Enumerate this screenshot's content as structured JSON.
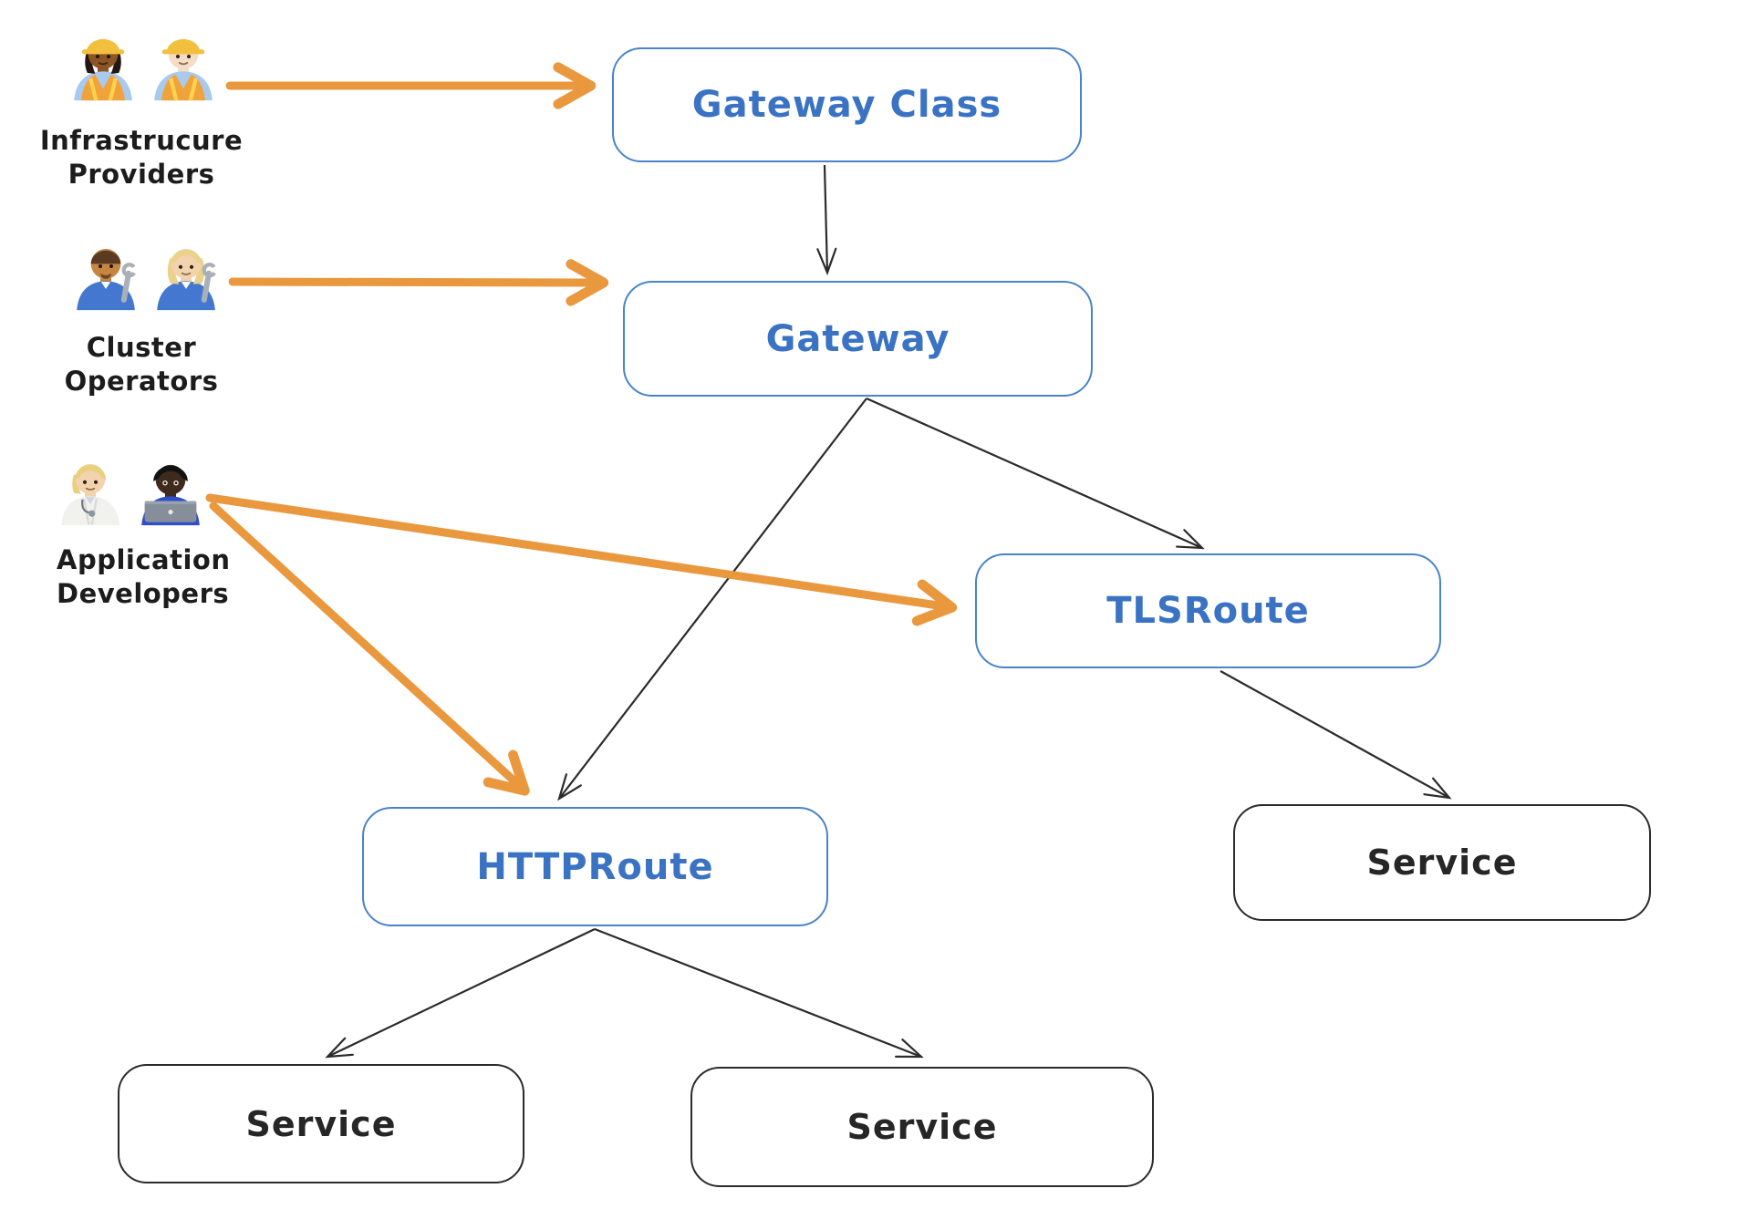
{
  "colors": {
    "background": "#ffffff",
    "node_blue_border": "#4a83c9",
    "node_blue_text": "#3a72c4",
    "node_black_border": "#2b2b2b",
    "node_black_text": "#262626",
    "arrow_black": "#2b2b2b",
    "arrow_orange": "#e9983e",
    "label_text": "#1c1c1c"
  },
  "personas": [
    {
      "name": "infrastructure-providers",
      "label_lines": [
        "Infrastrucure",
        "Providers"
      ],
      "emojis": [
        "woman-construction-worker-emoji",
        "man-construction-worker-emoji"
      ]
    },
    {
      "name": "cluster-operators",
      "label_lines": [
        "Cluster",
        "Operators"
      ],
      "emojis": [
        "man-mechanic-emoji",
        "woman-mechanic-emoji"
      ]
    },
    {
      "name": "application-developers",
      "label_lines": [
        "Application",
        "Developers"
      ],
      "emojis": [
        "health-worker-emoji",
        "technologist-emoji"
      ]
    }
  ],
  "nodes": {
    "gateway_class": {
      "label": "Gateway Class",
      "style": "blue"
    },
    "gateway": {
      "label": "Gateway",
      "style": "blue"
    },
    "tlsroute": {
      "label": "TLSRoute",
      "style": "blue"
    },
    "httproute": {
      "label": "HTTPRoute",
      "style": "blue"
    },
    "service_left": {
      "label": "Service",
      "style": "black"
    },
    "service_middle": {
      "label": "Service",
      "style": "black"
    },
    "service_right": {
      "label": "Service",
      "style": "black"
    }
  },
  "edges": [
    {
      "from": "gateway_class",
      "to": "gateway",
      "color": "black"
    },
    {
      "from": "gateway",
      "to": "httproute",
      "color": "black"
    },
    {
      "from": "gateway",
      "to": "tlsroute",
      "color": "black"
    },
    {
      "from": "tlsroute",
      "to": "service_right",
      "color": "black"
    },
    {
      "from": "httproute",
      "to": "service_left",
      "color": "black"
    },
    {
      "from": "httproute",
      "to": "service_middle",
      "color": "black"
    },
    {
      "from": "infrastructure-providers",
      "to": "gateway_class",
      "color": "orange"
    },
    {
      "from": "cluster-operators",
      "to": "gateway",
      "color": "orange"
    },
    {
      "from": "application-developers",
      "to": "tlsroute",
      "color": "orange"
    },
    {
      "from": "application-developers",
      "to": "httproute",
      "color": "orange"
    }
  ]
}
